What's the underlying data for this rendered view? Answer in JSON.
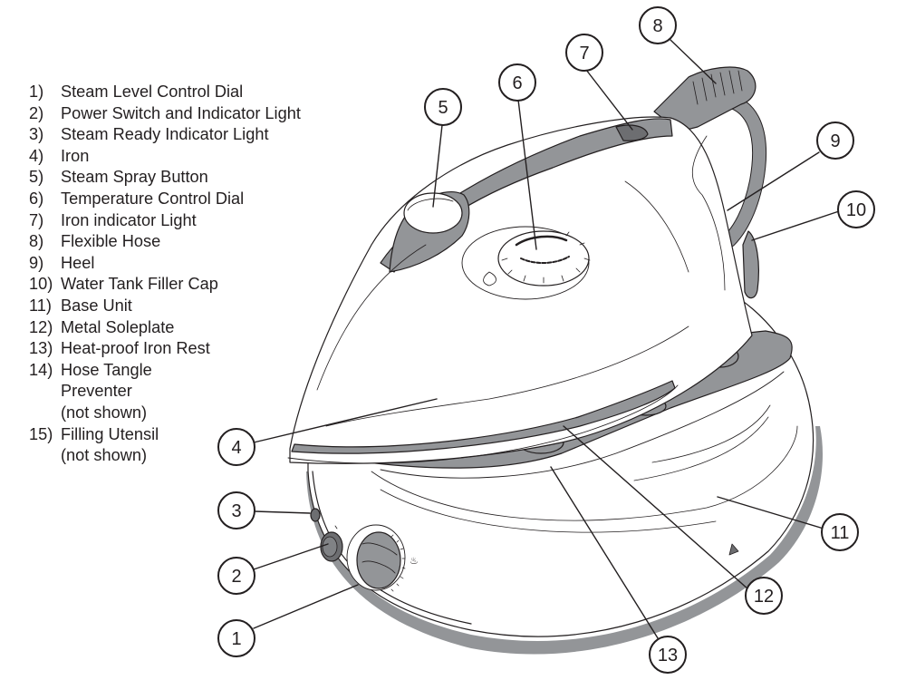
{
  "legend": {
    "items": [
      {
        "num": "1)",
        "label": "Steam Level Control Dial"
      },
      {
        "num": "2)",
        "label": "Power Switch and Indicator Light"
      },
      {
        "num": "3)",
        "label": "Steam Ready Indicator Light"
      },
      {
        "num": "4)",
        "label": "Iron"
      },
      {
        "num": "5)",
        "label": "Steam Spray Button"
      },
      {
        "num": "6)",
        "label": "Temperature Control Dial"
      },
      {
        "num": "7)",
        "label": "Iron indicator Light"
      },
      {
        "num": "8)",
        "label": "Flexible Hose"
      },
      {
        "num": "9)",
        "label": "Heel"
      },
      {
        "num": "10)",
        "label": "Water Tank Filler Cap"
      },
      {
        "num": "11)",
        "label": "Base Unit"
      },
      {
        "num": "12)",
        "label": "Metal Soleplate"
      },
      {
        "num": "13)",
        "label": "Heat-proof Iron Rest"
      },
      {
        "num": "14)",
        "label": "Hose Tangle\nPreventer\n(not shown)"
      },
      {
        "num": "15)",
        "label": "Filling Utensil\n(not shown)"
      }
    ]
  },
  "callouts": [
    {
      "id": "1",
      "text": "1"
    },
    {
      "id": "2",
      "text": "2"
    },
    {
      "id": "3",
      "text": "3"
    },
    {
      "id": "4",
      "text": "4"
    },
    {
      "id": "5",
      "text": "5"
    },
    {
      "id": "6",
      "text": "6"
    },
    {
      "id": "7",
      "text": "7"
    },
    {
      "id": "8",
      "text": "8"
    },
    {
      "id": "9",
      "text": "9"
    },
    {
      "id": "10",
      "text": "10"
    },
    {
      "id": "11",
      "text": "11"
    },
    {
      "id": "12",
      "text": "12"
    },
    {
      "id": "13",
      "text": "13"
    }
  ],
  "colors": {
    "accent_gray": "#939598",
    "dark_gray": "#6d6e71",
    "line": "#231f20",
    "background": "#ffffff"
  }
}
